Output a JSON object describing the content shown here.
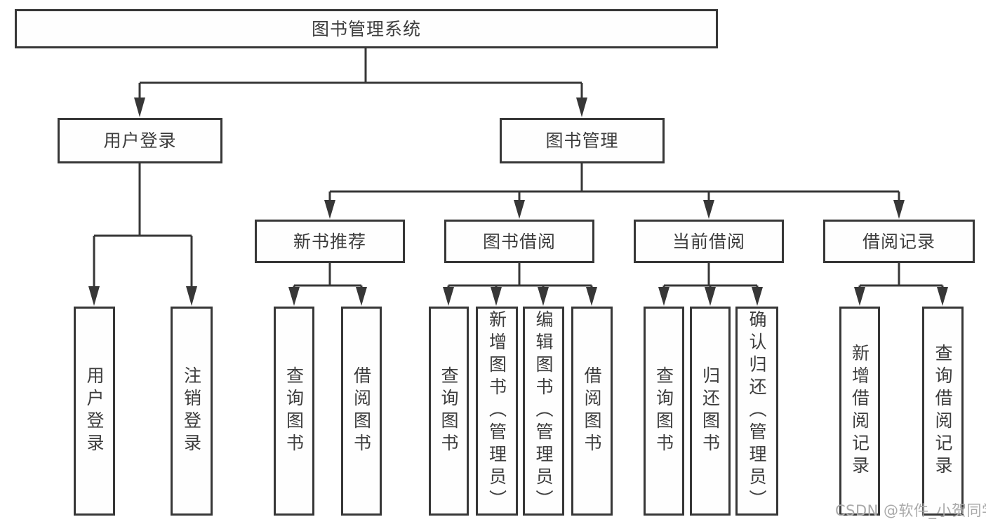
{
  "diagram": {
    "title_node": "图书管理系统",
    "level2": {
      "user_login": "用户登录",
      "book_management": "图书管理"
    },
    "level3": {
      "new_book_recommend": "新书推荐",
      "book_borrowing": "图书借阅",
      "current_borrowing": "当前借阅",
      "borrow_records": "借阅记录"
    },
    "leaves": {
      "login": [
        "用户登录",
        "注销登录"
      ],
      "recommend": [
        "查询图书",
        "借阅图书"
      ],
      "borrowing": [
        "查询图书",
        "新增图书（管理员）",
        "编辑图书（管理员）",
        "借阅图书"
      ],
      "current": [
        "查询图书",
        "归还图书",
        "确认归还（管理员）"
      ],
      "records": [
        "新增借阅记录",
        "查询借阅记录"
      ]
    }
  },
  "watermark": "CSDN @软件_小贺同学",
  "colors": {
    "line": "#373737",
    "text": "#3d3d3d",
    "box_fill": "#fefefe",
    "watermark": "#a9a9a9",
    "background": "#ffffff"
  }
}
